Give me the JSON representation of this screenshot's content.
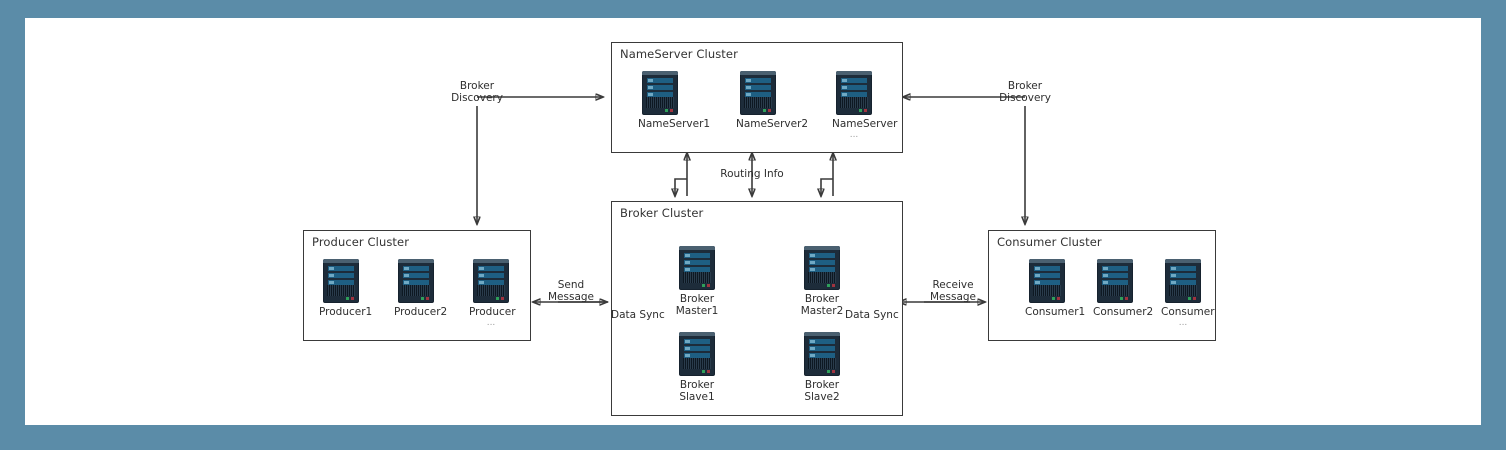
{
  "theme": {
    "page_background": "#5b8ca8",
    "canvas_background": "#ffffff",
    "stroke": "#3a3a3a",
    "node_body": "#1d2c3a",
    "node_bay": "#1e5f83",
    "led_green": "#2ea05a",
    "led_red": "#a0333f"
  },
  "clusters": {
    "nameserver": {
      "title": "NameServer Cluster",
      "nodes": [
        {
          "label": "NameServer1",
          "ellipsis": ""
        },
        {
          "label": "NameServer2",
          "ellipsis": ""
        },
        {
          "label": "NameServer",
          "ellipsis": "..."
        }
      ]
    },
    "broker": {
      "title": "Broker Cluster",
      "nodes": [
        {
          "line1": "Broker",
          "line2": "Master1"
        },
        {
          "line1": "Broker",
          "line2": "Master2"
        },
        {
          "line1": "Broker",
          "line2": "Slave1"
        },
        {
          "line1": "Broker",
          "line2": "Slave2"
        }
      ]
    },
    "producer": {
      "title": "Producer Cluster",
      "nodes": [
        {
          "label": "Producer1",
          "ellipsis": ""
        },
        {
          "label": "Producer2",
          "ellipsis": ""
        },
        {
          "label": "Producer",
          "ellipsis": "..."
        }
      ]
    },
    "consumer": {
      "title": "Consumer Cluster",
      "nodes": [
        {
          "label": "Consumer1",
          "ellipsis": ""
        },
        {
          "label": "Consumer2",
          "ellipsis": ""
        },
        {
          "label": "Consumer",
          "ellipsis": "..."
        }
      ]
    }
  },
  "connectors": {
    "broker_discovery_left": {
      "line1": "Broker",
      "line2": "Discovery"
    },
    "broker_discovery_right": {
      "line1": "Broker",
      "line2": "Discovery"
    },
    "routing_info": {
      "label": "Routing Info"
    },
    "send_message": {
      "line1": "Send",
      "line2": "Message"
    },
    "receive_message": {
      "line1": "Receive",
      "line2": "Message"
    },
    "data_sync_left": {
      "label": "Data Sync"
    },
    "data_sync_right": {
      "label": "Data Sync"
    }
  }
}
